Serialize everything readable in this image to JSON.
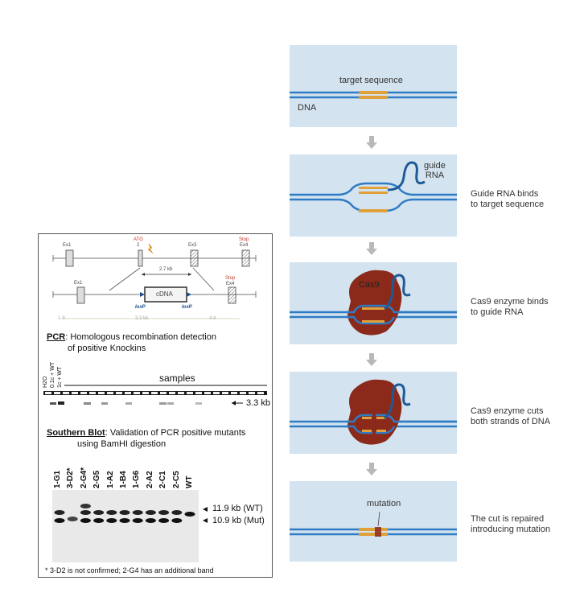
{
  "knockin_panel": {
    "gene_map": {
      "ex1_top": "Ex1",
      "atg": "ATG",
      "atg_num": "2",
      "ex3": "Ex3",
      "stop_top": "Stop",
      "ex4_top": "Ex4",
      "distance": "2.7 kb",
      "ex1_bottom": "Ex1",
      "cdna": "cDNA",
      "stop_bottom": "Stop",
      "ex4_bottom": "Ex4",
      "loxp_left": "loxP",
      "loxp_right": "loxP",
      "scale_left": "1-9",
      "scale_mid": "3.3 kb",
      "scale_right": "4-ti"
    },
    "pcr": {
      "title": "PCR",
      "desc_line1": ": Homologous recombination detection",
      "desc_line2": "of positive Knockins",
      "lane_labels": [
        "H2O",
        "0.1c + WT",
        "1c + WT"
      ],
      "samples_label": "samples",
      "band_size": "3.3 kb"
    },
    "southern": {
      "title": "Southern Blot",
      "desc_line1": ": Validation of PCR positive mutants",
      "desc_line2": "using BamHI digestion",
      "lanes": [
        "1-G1",
        "3-D2*",
        "2-G4*",
        "2-G5",
        "1-A2",
        "1-B4",
        "1-G6",
        "2-A2",
        "2-C1",
        "2-C5",
        "WT"
      ],
      "band_wt": "11.9 kb (WT)",
      "band_mut": "10.9 kb (Mut)",
      "footnote": "* 3-D2 is not confirmed; 2-G4 has an additional band"
    }
  },
  "crispr_steps": [
    {
      "image_text": [
        "target sequence",
        "DNA"
      ],
      "label": ""
    },
    {
      "image_text": [
        "guide",
        "RNA"
      ],
      "label": "Guide RNA binds\nto target sequence"
    },
    {
      "image_text": [
        "Cas9"
      ],
      "label": "Cas9 enzyme binds\nto guide RNA"
    },
    {
      "image_text": [],
      "label": "Cas9 enzyme cuts\nboth strands of DNA"
    },
    {
      "image_text": [
        "mutation"
      ],
      "label": "The cut is repaired\nintroducing mutation"
    }
  ],
  "colors": {
    "panel_bg": "#d3e3ef",
    "dna_blue": "#2e7cc4",
    "target_orange": "#e0a13a",
    "cas9_brown": "#8b2a1a",
    "rna_dark_blue": "#1f5a96",
    "arrow_gray": "#b8b8b8"
  }
}
